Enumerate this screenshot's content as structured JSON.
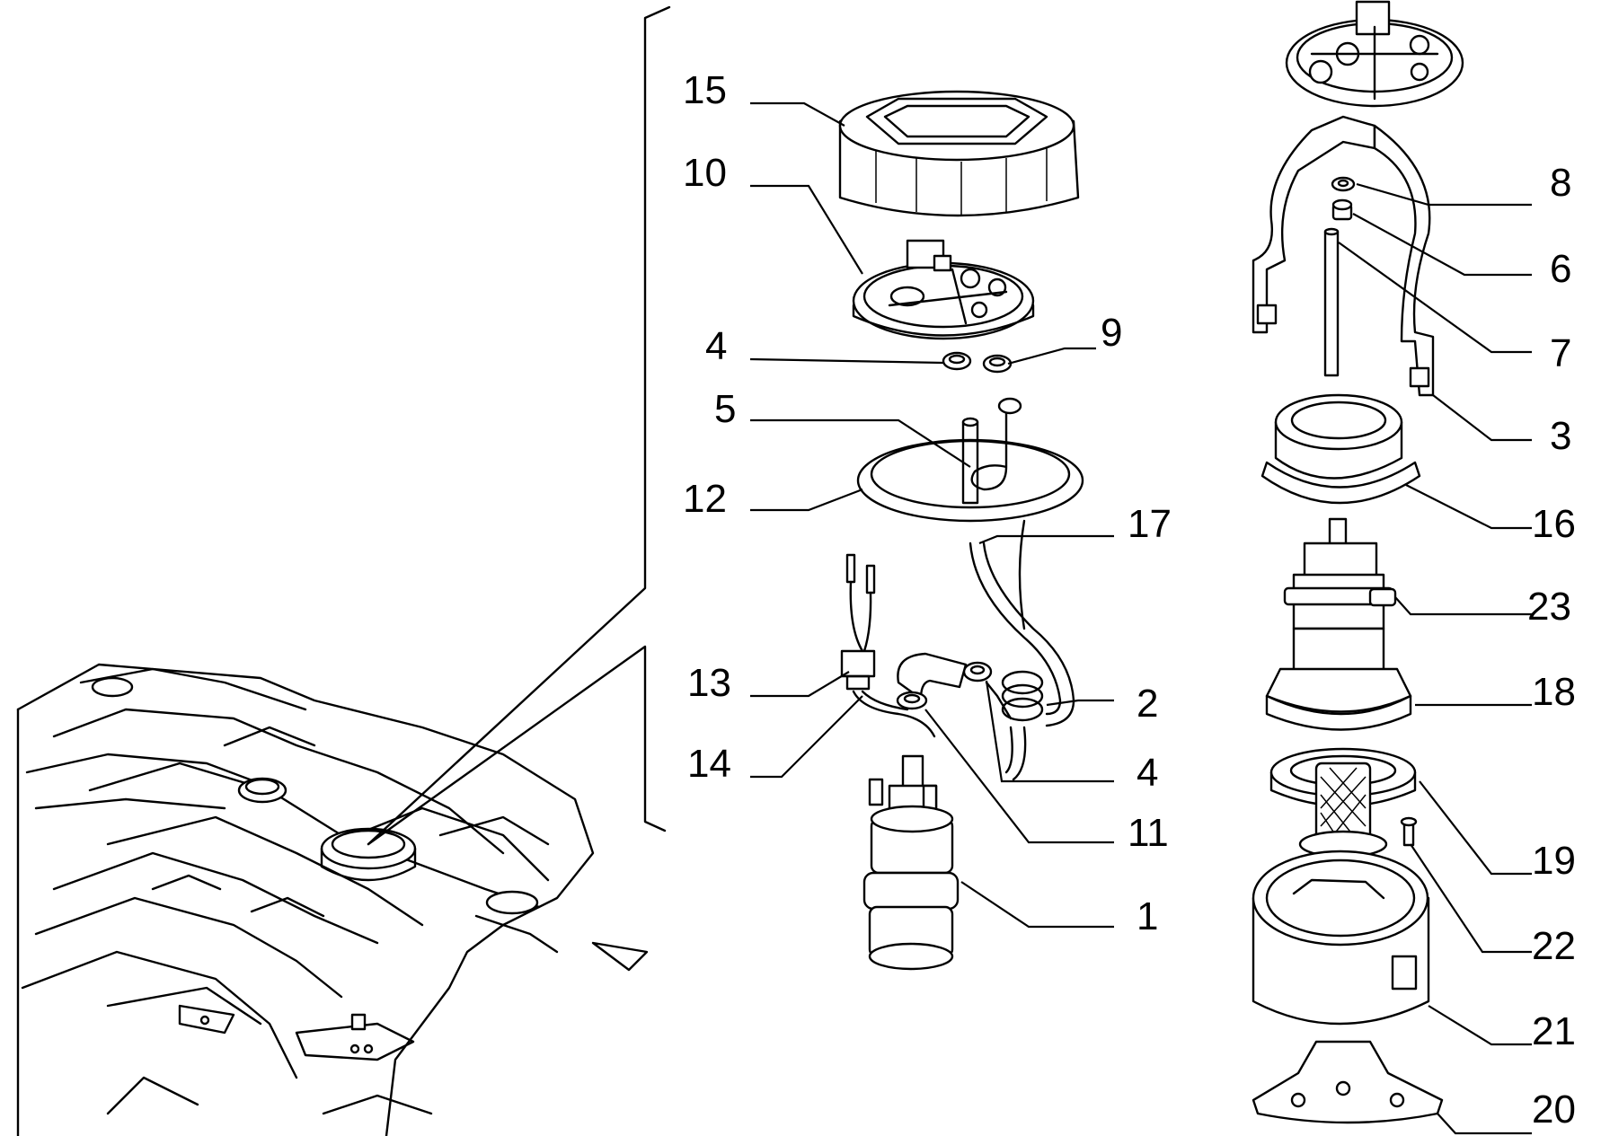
{
  "diagram": {
    "callouts": [
      {
        "id": "15",
        "label": "15"
      },
      {
        "id": "10",
        "label": "10"
      },
      {
        "id": "4a",
        "label": "4"
      },
      {
        "id": "9",
        "label": "9"
      },
      {
        "id": "5",
        "label": "5"
      },
      {
        "id": "12",
        "label": "12"
      },
      {
        "id": "17",
        "label": "17"
      },
      {
        "id": "13",
        "label": "13"
      },
      {
        "id": "14",
        "label": "14"
      },
      {
        "id": "2",
        "label": "2"
      },
      {
        "id": "4b",
        "label": "4"
      },
      {
        "id": "11",
        "label": "11"
      },
      {
        "id": "1",
        "label": "1"
      },
      {
        "id": "8",
        "label": "8"
      },
      {
        "id": "6",
        "label": "6"
      },
      {
        "id": "7",
        "label": "7"
      },
      {
        "id": "3",
        "label": "3"
      },
      {
        "id": "16",
        "label": "16"
      },
      {
        "id": "23",
        "label": "23"
      },
      {
        "id": "18",
        "label": "18"
      },
      {
        "id": "19",
        "label": "19"
      },
      {
        "id": "22",
        "label": "22"
      },
      {
        "id": "21",
        "label": "21"
      },
      {
        "id": "20",
        "label": "20"
      }
    ]
  }
}
